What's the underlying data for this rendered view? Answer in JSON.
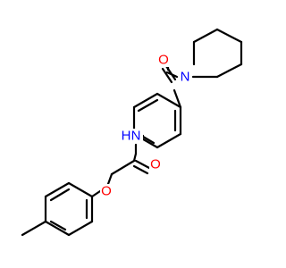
{
  "molecule": {
    "colors": {
      "bond": "#000000",
      "oxygen": "#ff0000",
      "nitrogen": "#0000ff",
      "background": "#ffffff"
    },
    "atoms": {
      "O_carbonyl_top": "O",
      "N_piperidine": "N",
      "N_amide": "N",
      "H_amide": "H",
      "O_amide": "O",
      "O_ether": "O"
    }
  }
}
